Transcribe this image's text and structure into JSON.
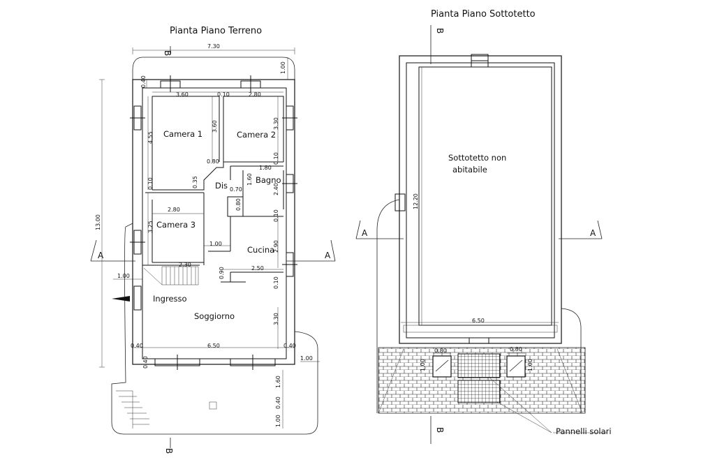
{
  "ground": {
    "title": "Pianta Piano Terreno",
    "rooms": {
      "camera1": "Camera 1",
      "camera2": "Camera 2",
      "camera3": "Camera 3",
      "dis": "Dis",
      "bagno": "Bagno",
      "cucina": "Cucina",
      "ingresso": "Ingresso",
      "soggiorno": "Soggiorno"
    },
    "dims": {
      "total_width": "7.30",
      "total_height": "13.00",
      "top_right": "1.00",
      "wall_040": "0.40",
      "cam1_w": "3.60",
      "wall_010": "0.10",
      "cam2_w": "2.80",
      "cam1_h": "4.55",
      "cam2_h": "3.60",
      "cam2_side": "3.30",
      "dis_w": "0.80",
      "bagno_w": "1.80",
      "wall_r1": "0.10",
      "bagno_h": "1.60",
      "bagno_side": "2.40",
      "dis_035": "0.35",
      "dis_070": "0.70",
      "dis_080": "0.80",
      "left_010": "0.10",
      "cam3_w": "2.80",
      "cam3_h": "3.25",
      "wall_r2": "0.10",
      "corr_w": "1.00",
      "cucina_h": "2.90",
      "stair_w": "2.30",
      "cucina_w": "2.50",
      "wall_090": "0.90",
      "wall_r3": "0.10",
      "entry_w": "1.00",
      "sogg_h": "3.30",
      "bl_040": "0.40",
      "sogg_w": "6.50",
      "br_040": "0.40",
      "b_040": "0.40",
      "ext_100": "1.00",
      "ext_160": "1.60",
      "ext_040": "0.40",
      "ext_100b": "1.00"
    },
    "section": {
      "a": "A",
      "b": "B"
    }
  },
  "attic": {
    "title": "Pianta Piano Sottotetto",
    "room_line1": "Sottotetto non",
    "room_line2": "abitabile",
    "dims": {
      "height": "12.20",
      "width": "6.50",
      "sky1_w": "0.80",
      "sky1_h": "1.00",
      "sky2_w": "0.80",
      "sky2_h": "1.00"
    },
    "solar_label": "Pannelli solari",
    "section": {
      "a": "A",
      "b": "B"
    }
  }
}
